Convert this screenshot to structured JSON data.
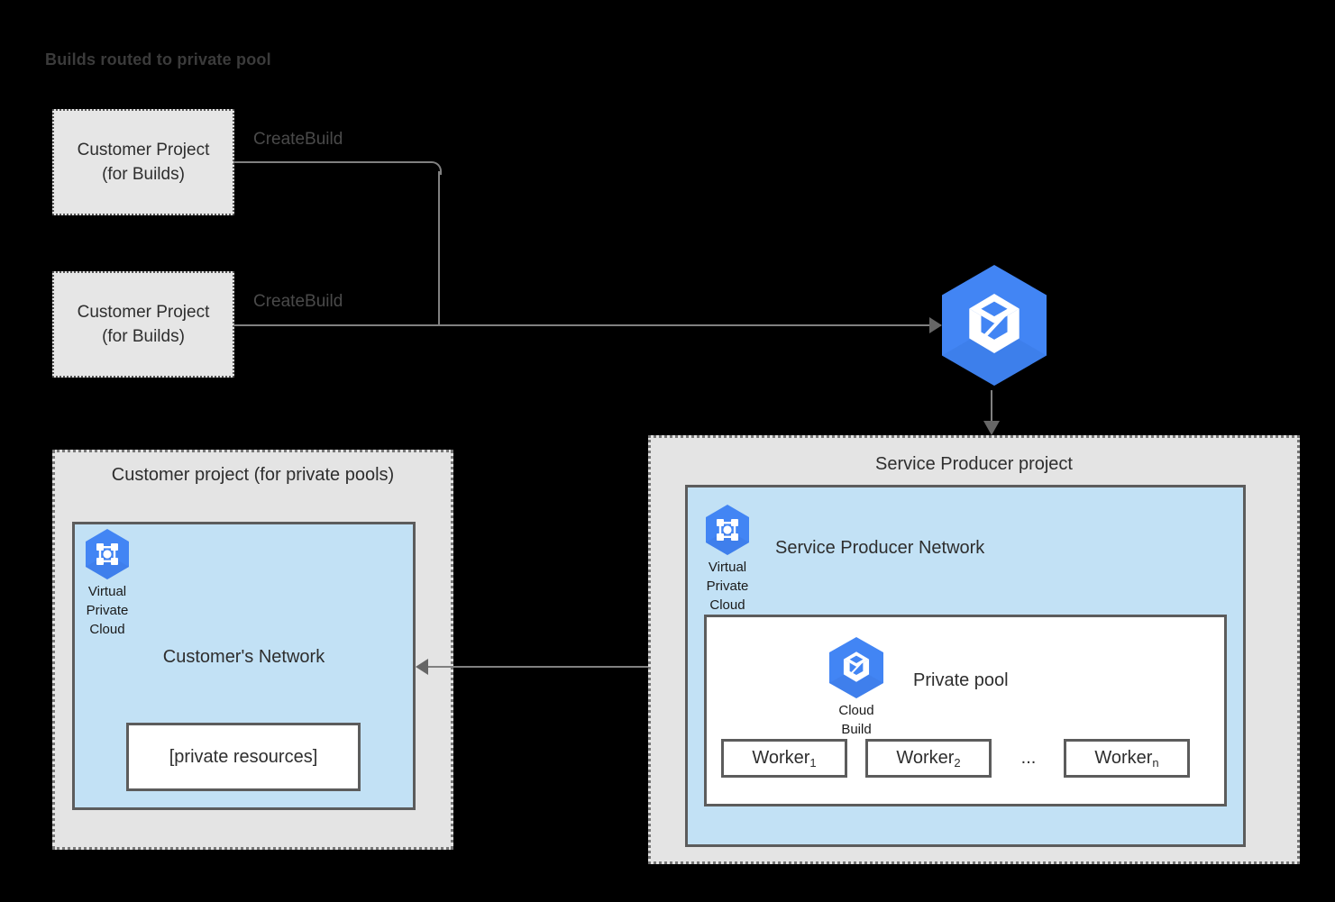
{
  "title": "Builds routed to private pool",
  "colors": {
    "background": "#000000",
    "panel_gray": "#e4e4e4",
    "box_gray": "#e6e6e6",
    "network_blue": "#c2e1f5",
    "gcp_blue": "#4285F4",
    "border_gray": "#5c5c5c",
    "line_gray": "#808080",
    "text_dark": "#2e2e2e"
  },
  "build_sources": [
    {
      "box_line1": "Customer Project",
      "box_line2": "(for Builds)",
      "edge_label": "CreateBuild"
    },
    {
      "box_line1": "Customer Project",
      "box_line2": "(for Builds)",
      "edge_label": "CreateBuild"
    }
  ],
  "cloud_build_service": {
    "icon": "cloud-build-icon"
  },
  "customer_project_panel": {
    "title": "Customer project (for private pools)",
    "vpc": {
      "icon": "virtual-private-cloud-icon",
      "caption_line1": "Virtual",
      "caption_line2": "Private",
      "caption_line3": "Cloud"
    },
    "network_title": "Customer's Network",
    "private_resources_label": "[private resources]"
  },
  "service_producer_panel": {
    "title": "Service Producer project",
    "vpc": {
      "icon": "virtual-private-cloud-icon",
      "caption_line1": "Virtual",
      "caption_line2": "Private",
      "caption_line3": "Cloud"
    },
    "network_title": "Service Producer Network",
    "private_pool": {
      "title": "Private pool",
      "cloud_build": {
        "icon": "cloud-build-icon",
        "caption_line1": "Cloud",
        "caption_line2": "Build"
      },
      "workers": [
        {
          "name": "Worker",
          "subscript": "1"
        },
        {
          "name": "Worker",
          "subscript": "2"
        },
        {
          "name": "Worker",
          "subscript": "n"
        }
      ],
      "ellipsis": "..."
    }
  },
  "peering_connection": {
    "direction": "bidirectional"
  }
}
